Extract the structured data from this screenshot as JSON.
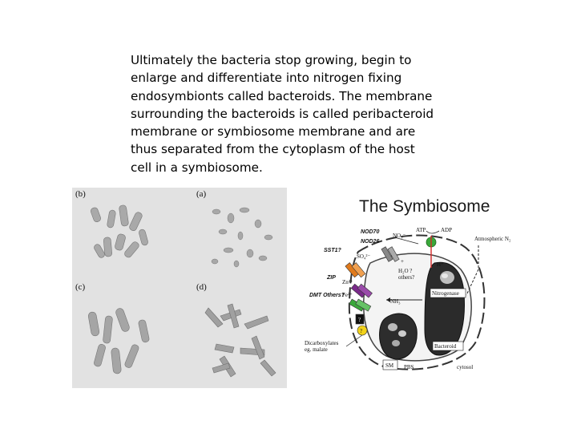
{
  "slide": {
    "paragraph": "Ultimately the bacteria stop growing, begin to enlarge and differentiate into nitrogen fixing endosymbionts called bacteroids. The membrane surrounding the bacteroids is called peribacteroid membrane or symbiosome membrane and are thus separated from the cytoplasm of the host cell in a symbiosome."
  },
  "micrograph": {
    "panels": [
      "(b)",
      "(a)",
      "(c)",
      "(d)"
    ]
  },
  "diagram": {
    "title": "The Symbiosome",
    "transporters": [
      "NOD70",
      "NOD26",
      "SST1?",
      "ZIP",
      "DMT Others?"
    ],
    "labels": {
      "atp": "ATP",
      "adp": "ADP",
      "atmospheric": "Atmospheric N₂",
      "h_plus": "H⁺",
      "no3": "NO₃⁻",
      "so4": "SO₄²⁻",
      "h2o": "H₂O ?",
      "others": "others?",
      "zn": "Zn²⁺",
      "fe": "Fe²⁺",
      "nh": "NH₃",
      "plus": "+",
      "q1": "?",
      "q2": "?",
      "nitrogenase": "Nitrogenase",
      "bacteroid": "Bacteroid",
      "dicarbox": "Dicarboxylates",
      "malate": "eg. malate",
      "sm": "SM",
      "pbs": "PBS",
      "cytosol": "cytosol"
    },
    "colors": {
      "green": "#3aa83a",
      "orange": "#e07a1c",
      "purple": "#7a2a8a",
      "yellow": "#f2d21a",
      "red": "#d42a2a"
    }
  }
}
